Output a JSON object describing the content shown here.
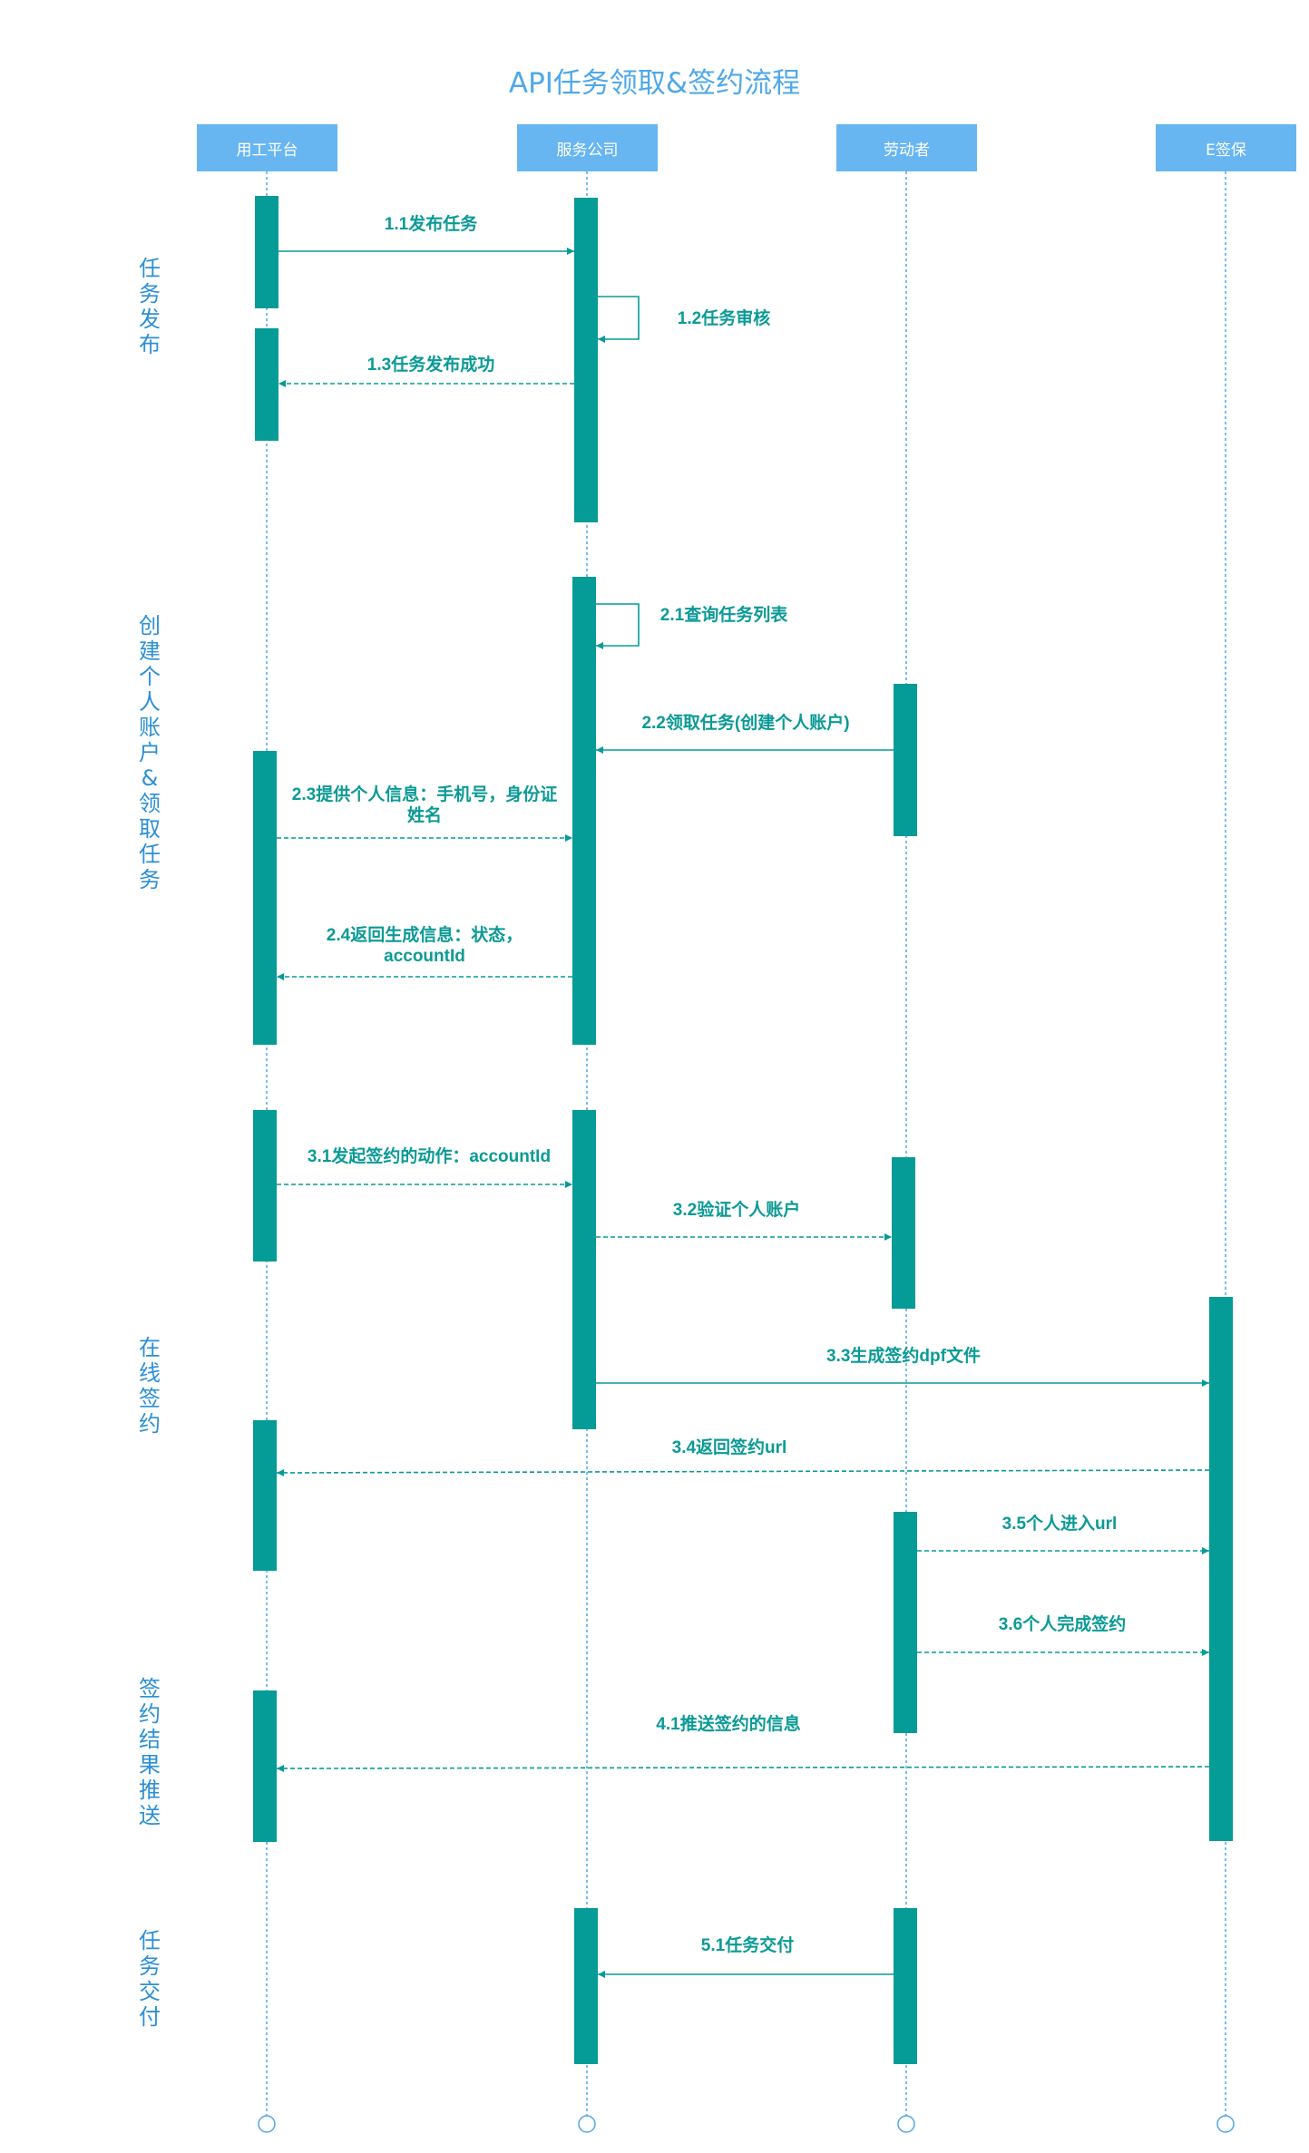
{
  "title": "API任务领取&签约流程",
  "colors": {
    "accent": "#059b97",
    "actor_bg": "#67b6f2",
    "lifeline": "#4fa8ea",
    "phase_text": "#2b8fd6"
  },
  "actors": [
    "用工平台",
    "服务公司",
    "劳动者",
    "E签保"
  ],
  "phases": [
    "任务发布",
    "创建个人账户&领取任务",
    "在线签约",
    "签约结果推送",
    "任务交付"
  ],
  "messages": [
    {
      "id": "m11",
      "label": "1.1发布任务"
    },
    {
      "id": "m12",
      "label": "1.2任务审核"
    },
    {
      "id": "m13",
      "label": "1.3任务发布成功"
    },
    {
      "id": "m21",
      "label": "2.1查询任务列表"
    },
    {
      "id": "m22",
      "label": "2.2领取任务(创建个人账户)"
    },
    {
      "id": "m23",
      "label": [
        "2.3提供个人信息：手机号，身份证",
        "姓名"
      ]
    },
    {
      "id": "m24",
      "label": [
        "2.4返回生成信息：状态，",
        "accountId"
      ]
    },
    {
      "id": "m31",
      "label": "3.1发起签约的动作：accountId"
    },
    {
      "id": "m32",
      "label": "3.2验证个人账户"
    },
    {
      "id": "m33",
      "label": "3.3生成签约dpf文件"
    },
    {
      "id": "m34",
      "label": "3.4返回签约url"
    },
    {
      "id": "m35",
      "label": "3.5个人进入url"
    },
    {
      "id": "m36",
      "label": "3.6个人完成签约"
    },
    {
      "id": "m41",
      "label": "4.1推送签约的信息"
    },
    {
      "id": "m51",
      "label": "5.1任务交付"
    }
  ]
}
